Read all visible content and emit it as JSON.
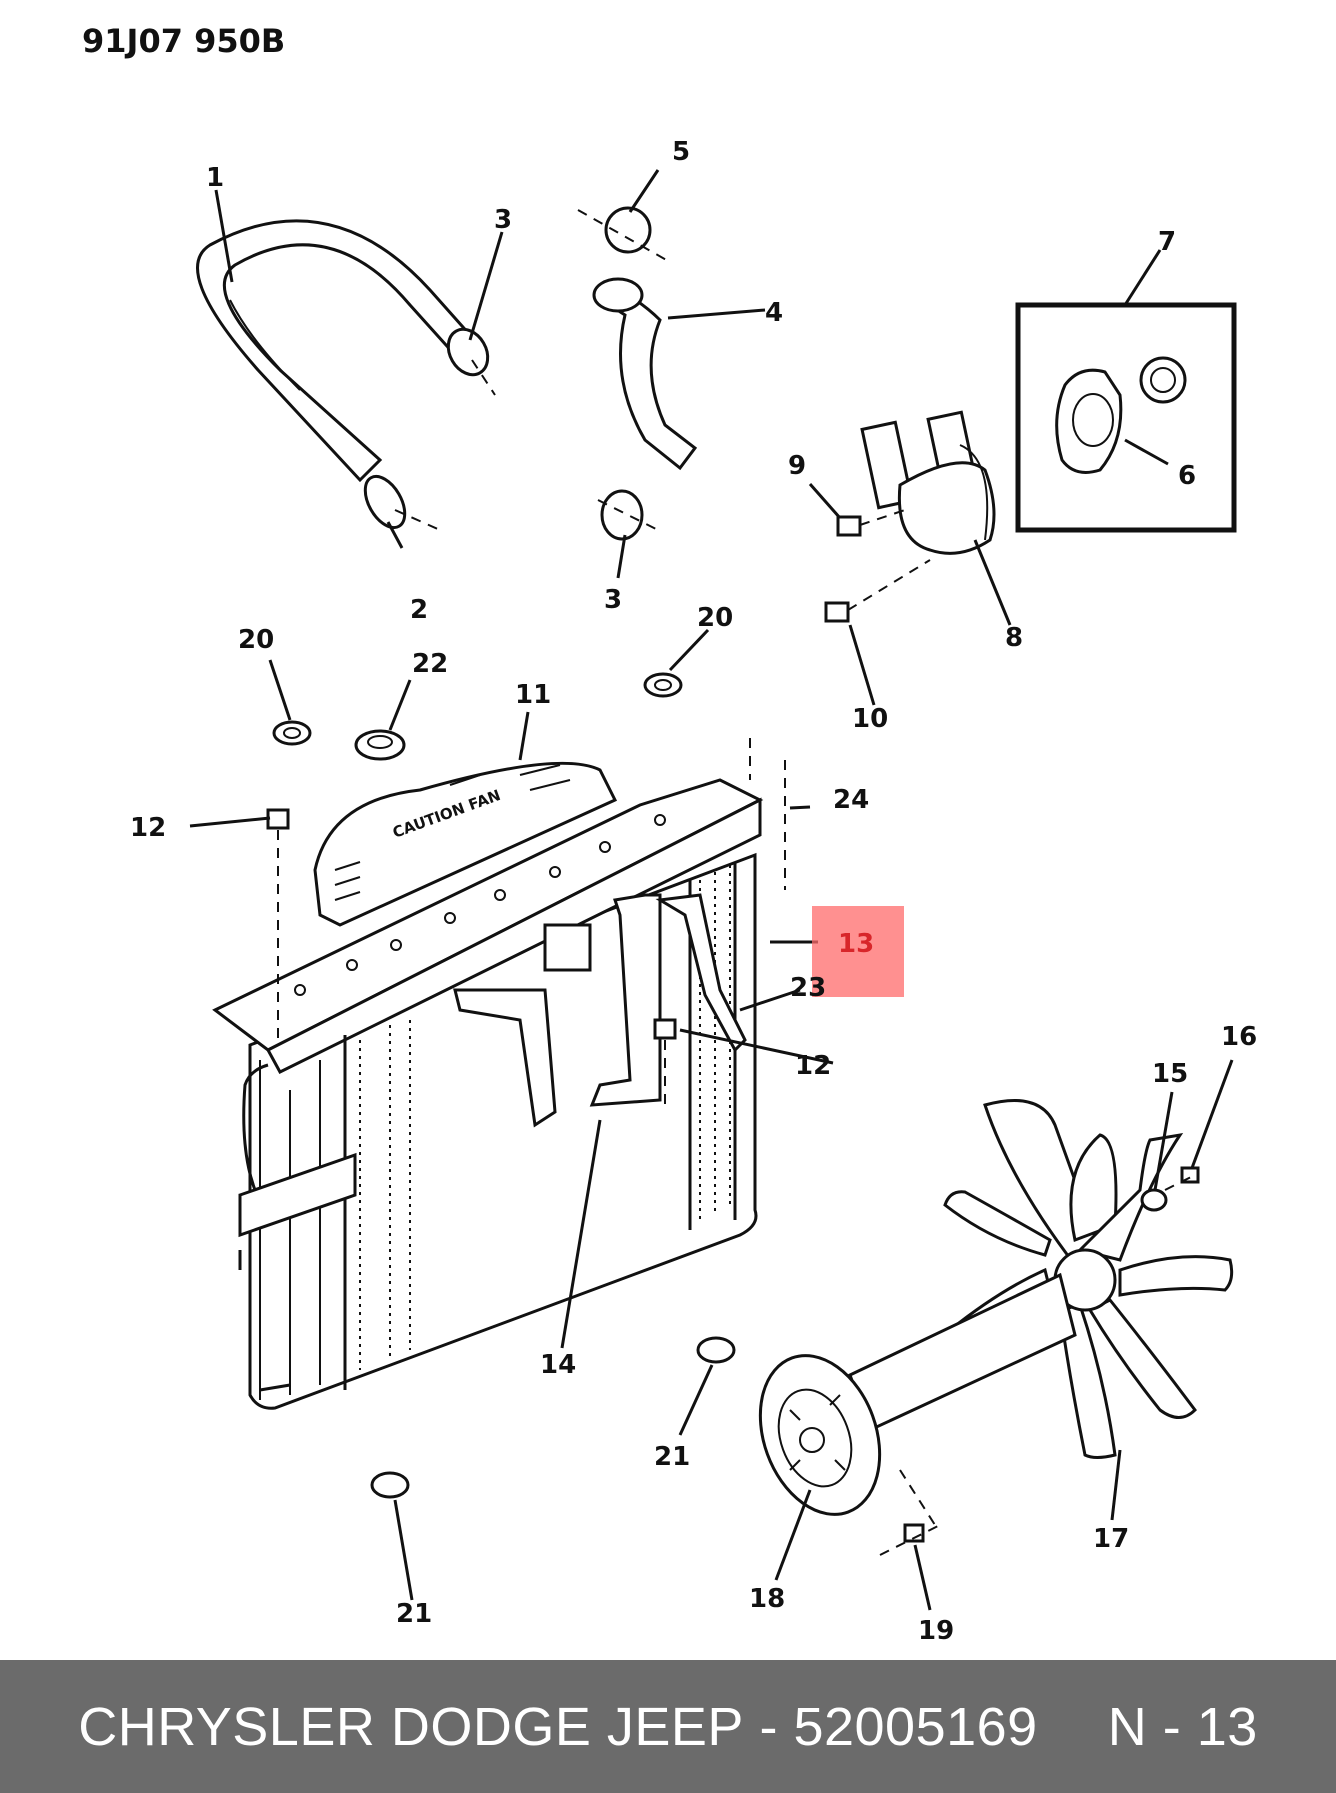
{
  "diagram": {
    "code": "91J07 950B",
    "callouts": {
      "c1": "1",
      "c2": "2",
      "c3a": "3",
      "c3b": "3",
      "c4": "4",
      "c5": "5",
      "c6": "6",
      "c7": "7",
      "c8": "8",
      "c9": "9",
      "c10": "10",
      "c11": "11",
      "c12a": "12",
      "c12b": "12",
      "c13": "13",
      "c14": "14",
      "c15": "15",
      "c16": "16",
      "c17": "17",
      "c18": "18",
      "c19": "19",
      "c20a": "20",
      "c20b": "20",
      "c21a": "21",
      "c21b": "21",
      "c22": "22",
      "c23": "23",
      "c24": "24"
    },
    "shroud_text": "CAUTION FAN",
    "highlight": {
      "part": "13",
      "color": "#ff6b6b"
    }
  },
  "footer": {
    "brand": "CHRYSLER DODGE JEEP",
    "separator": "-",
    "part_number": "52005169",
    "ref": "N - 13"
  }
}
